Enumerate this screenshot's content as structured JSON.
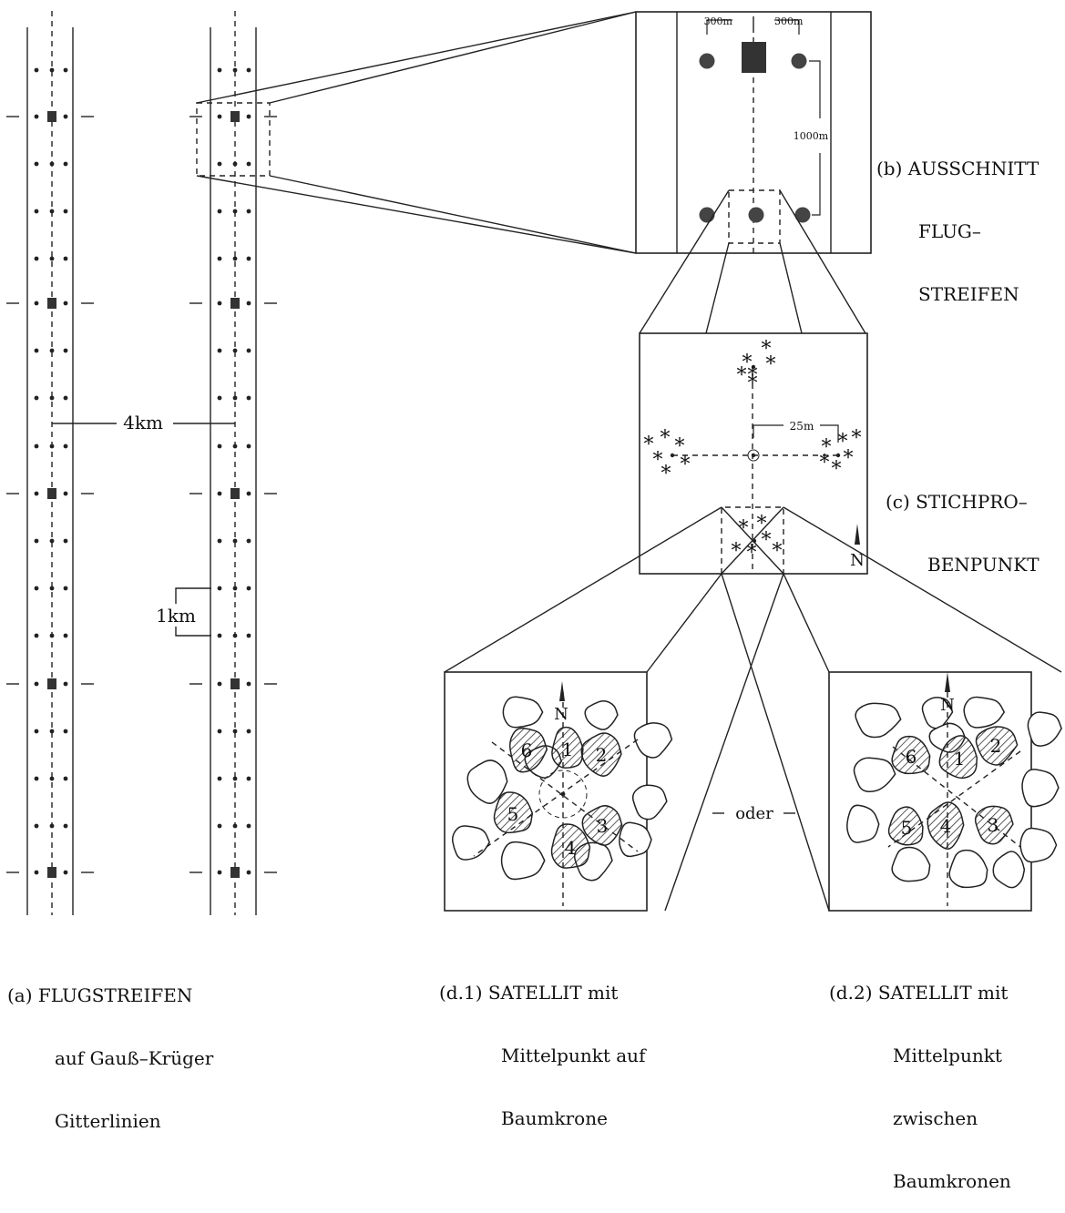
{
  "labels": {
    "a": {
      "code": "(a)",
      "lines": [
        "FLUGSTREIFEN",
        "auf Gauß–Krüger",
        "Gitterlinien"
      ]
    },
    "b": {
      "code": "(b)",
      "lines": [
        "AUSSCHNITT",
        "FLUG–",
        "STREIFEN"
      ]
    },
    "c": {
      "code": "(c)",
      "lines": [
        "STICHPRO–",
        "BENPUNKT"
      ]
    },
    "d1": {
      "code": "(d.1)",
      "lines": [
        "SATELLIT mit",
        "Mittelpunkt auf",
        "Baumkrone"
      ]
    },
    "d2": {
      "code": "(d.2)",
      "lines": [
        "SATELLIT mit",
        "Mittelpunkt",
        "zwischen",
        "Baumkronen"
      ]
    }
  },
  "dimensions": {
    "strip_spacing": "4km",
    "point_spacing": "1km",
    "left_offset": "300m",
    "right_offset": "300m",
    "vertical_distance": "1000m",
    "satellite_distance": "25m"
  },
  "north": "N",
  "separator": "oder",
  "trees_d1": [
    "1",
    "2",
    "3",
    "4",
    "5",
    "6"
  ],
  "trees_d2": [
    "1",
    "2",
    "3",
    "4",
    "5",
    "6"
  ]
}
